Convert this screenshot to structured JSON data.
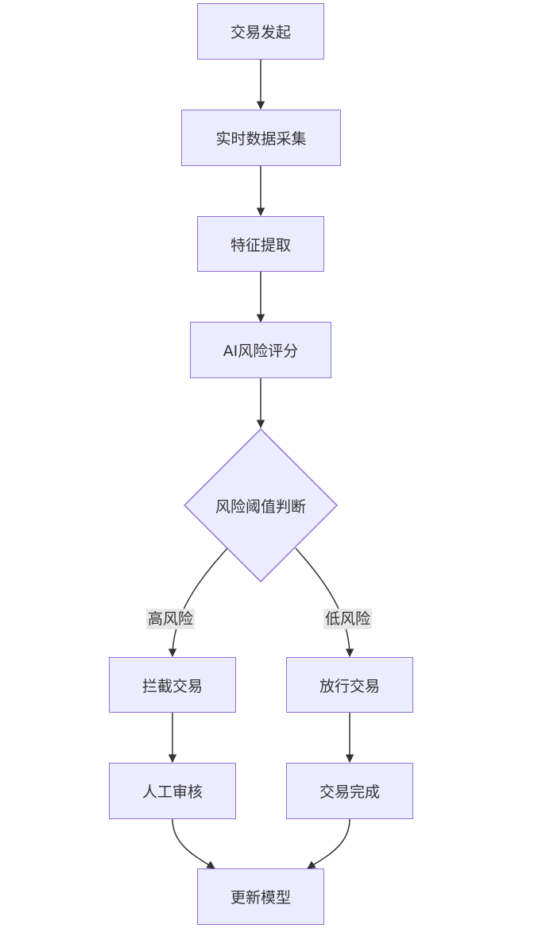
{
  "nodes": {
    "start": "交易发起",
    "collect": "实时数据采集",
    "extract": "特征提取",
    "score": "AI风险评分",
    "decision": "风险阈值判断",
    "block": "拦截交易",
    "release": "放行交易",
    "review": "人工审核",
    "complete": "交易完成",
    "update": "更新模型"
  },
  "edge_labels": {
    "high": "高风险",
    "low": "低风险"
  },
  "colors": {
    "node_fill": "#ECECFF",
    "node_stroke": "#9370DB",
    "edge": "#333333",
    "label_bg": "#E8E8E8"
  }
}
